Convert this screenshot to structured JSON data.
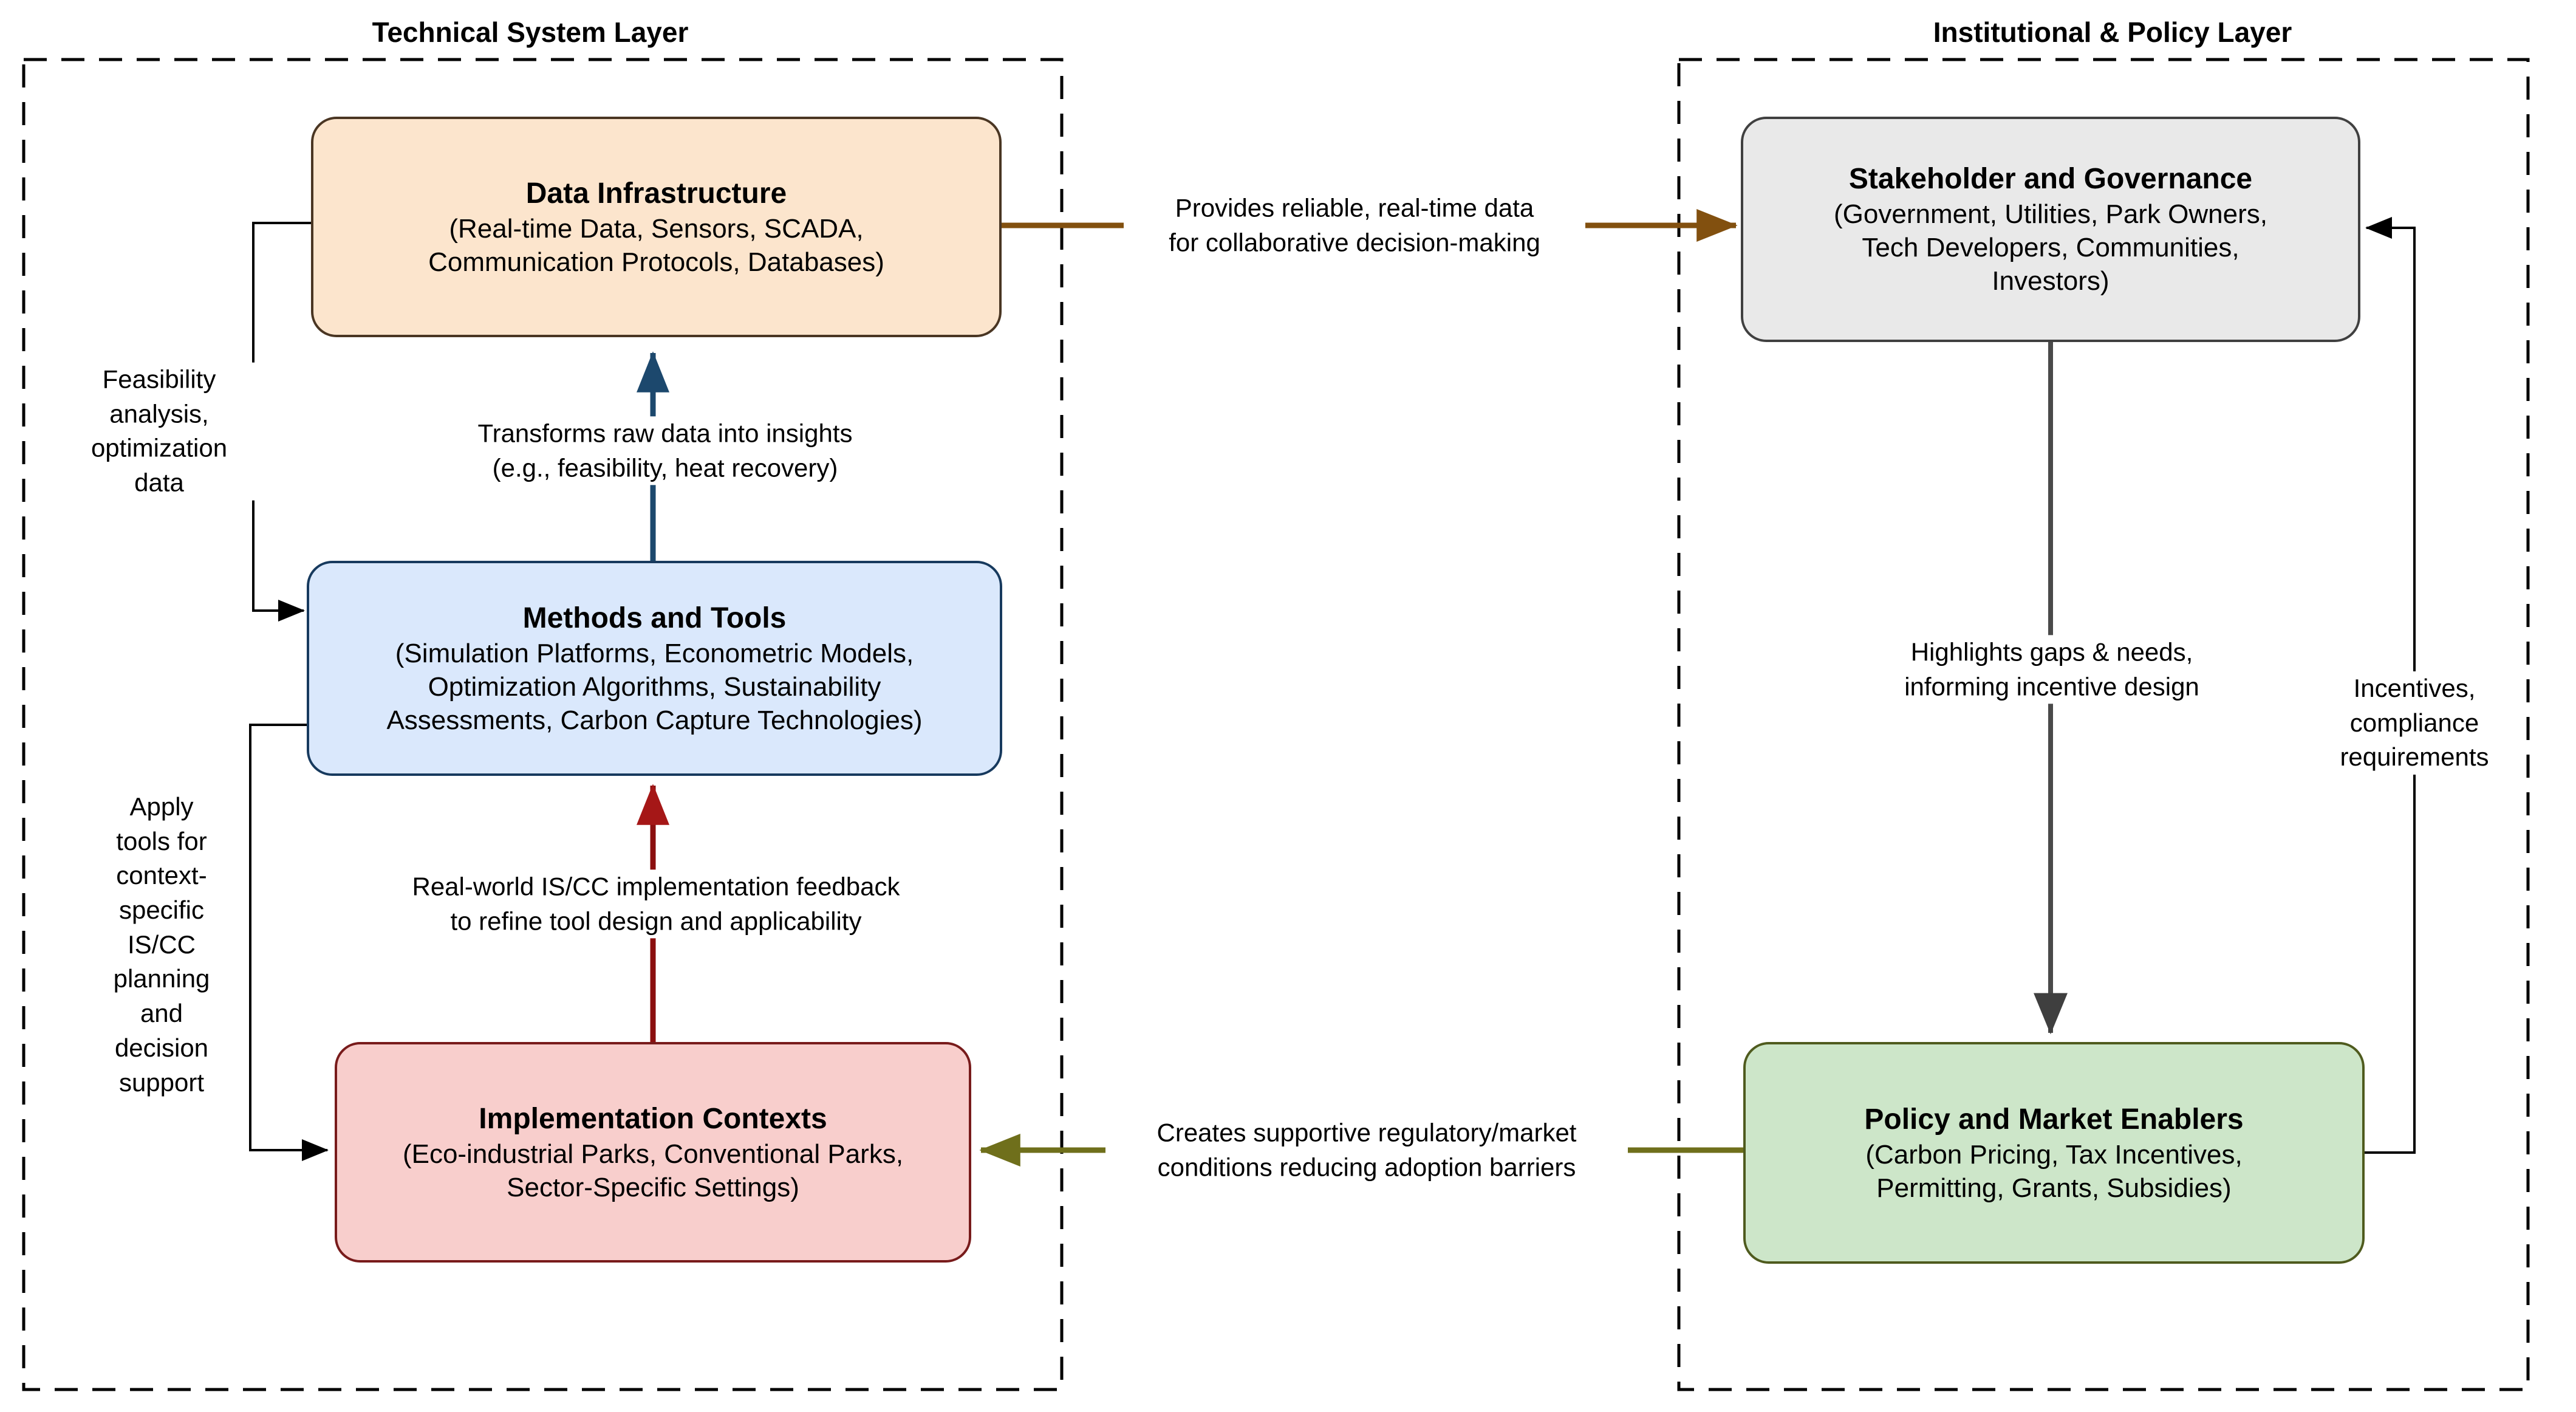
{
  "diagram": {
    "layers": [
      {
        "id": "technical-system-layer",
        "title": "Technical System Layer"
      },
      {
        "id": "institutional-policy-layer",
        "title": "Institutional & Policy Layer"
      }
    ],
    "nodes": [
      {
        "id": "data-infrastructure",
        "title": "Data Infrastructure",
        "subtitle": "(Real-time Data, Sensors, SCADA,\nCommunication Protocols, Databases)",
        "fill": "#FCE5CD",
        "stroke": "#4A3623"
      },
      {
        "id": "methods-and-tools",
        "title": "Methods and Tools",
        "subtitle": "(Simulation Platforms, Econometric Models,\nOptimization Algorithms, Sustainability\nAssessments, Carbon Capture Technologies)",
        "fill": "#DAE8FC",
        "stroke": "#173A5E"
      },
      {
        "id": "implementation-contexts",
        "title": "Implementation Contexts",
        "subtitle": "(Eco-industrial Parks, Conventional Parks,\nSector-Specific Settings)",
        "fill": "#F8CECC",
        "stroke": "#781B1B"
      },
      {
        "id": "stakeholder-and-governance",
        "title": "Stakeholder and Governance",
        "subtitle": "(Government, Utilities, Park Owners,\nTech Developers, Communities,\nInvestors)",
        "fill": "#E9E9E9",
        "stroke": "#404040"
      },
      {
        "id": "policy-and-market-enablers",
        "title": "Policy and Market Enablers",
        "subtitle": "(Carbon Pricing, Tax Incentives,\nPermitting, Grants, Subsidies)",
        "fill": "#CDE6C9",
        "stroke": "#4F5B1E"
      }
    ],
    "edges": [
      {
        "id": "data-to-stakeholder",
        "label": "Provides reliable, real-time data\nfor collaborative decision-making",
        "color": "#82500F"
      },
      {
        "id": "methods-to-data",
        "label": "Transforms raw data into insights\n(e.g., feasibility, heat recovery)",
        "color": "#1C486D"
      },
      {
        "id": "implementation-to-methods",
        "label": "Real-world IS/CC implementation feedback\nto refine tool design and applicability",
        "color": "#8B0F0F"
      },
      {
        "id": "data-to-methods-feedback",
        "label": "Feasibility\nanalysis,\noptimization\ndata",
        "color": "#000000"
      },
      {
        "id": "methods-to-implementation-apply",
        "label": "Apply\ntools for\ncontext-\nspecific\nIS/CC\nplanning\nand\ndecision\nsupport",
        "color": "#000000"
      },
      {
        "id": "stakeholder-to-policy",
        "label": "Highlights gaps & needs,\ninforming incentive design",
        "color": "#4A4A4A"
      },
      {
        "id": "policy-to-implementation",
        "label": "Creates supportive regulatory/market\nconditions reducing adoption barriers",
        "color": "#6F6F1B"
      },
      {
        "id": "policy-to-stakeholder",
        "label": "Incentives,\ncompliance\nrequirements",
        "color": "#000000"
      }
    ]
  }
}
